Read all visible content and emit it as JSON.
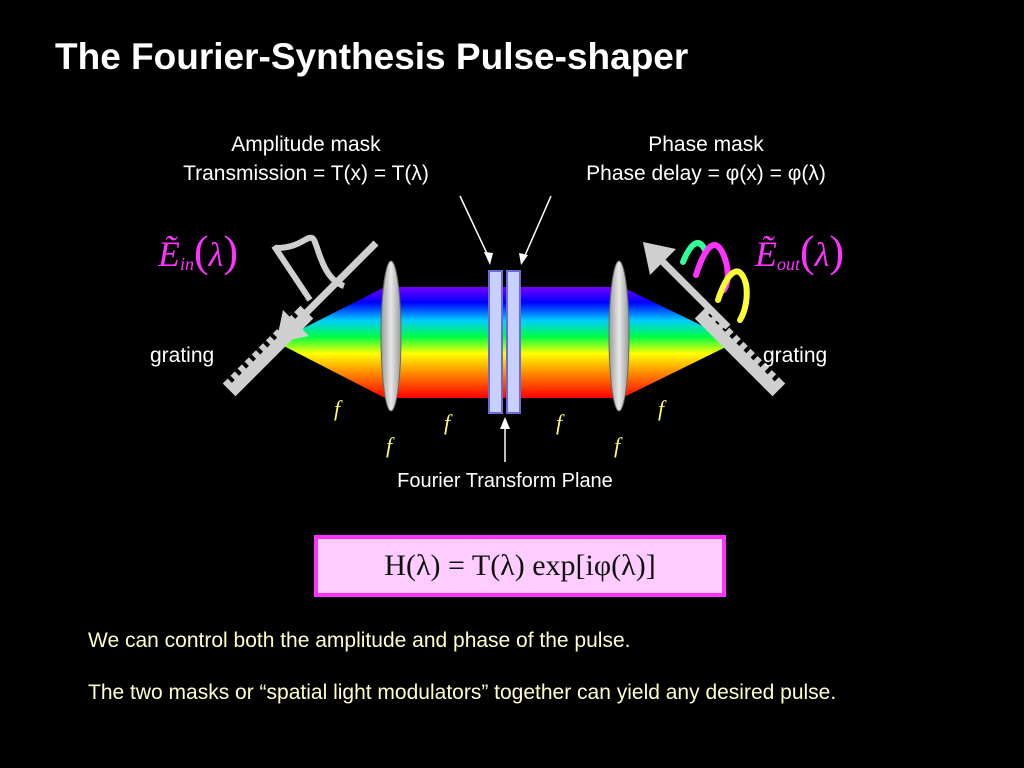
{
  "title": "The Fourier-Synthesis Pulse-shaper",
  "amplitude_mask": {
    "line1": "Amplitude mask",
    "line2": "Transmission = T(x) = T(λ)"
  },
  "phase_mask": {
    "line1": "Phase mask",
    "line2": "Phase delay = φ(x) = φ(λ)"
  },
  "grating_left": "grating",
  "grating_right": "grating",
  "e_in": {
    "symbol": "Ẽ",
    "sub": "in",
    "arg": "λ"
  },
  "e_out": {
    "symbol": "Ẽ",
    "sub": "out",
    "arg": "λ"
  },
  "focal": {
    "symbol": "f"
  },
  "ft_plane": "Fourier Transform Plane",
  "equation": "H(λ) = T(λ) exp[iφ(λ)]",
  "para1": "We can control both the amplitude and phase of the pulse.",
  "para2": "The two masks or “spatial light modulators” together can yield any desired pulse.",
  "colors": {
    "background": "#000000",
    "label_magenta": "#ff33ff",
    "focal_yellow": "#ffff66",
    "body_text": "#ffffcc",
    "equation_bg": "#ffccff",
    "equation_border": "#ff33ff"
  }
}
